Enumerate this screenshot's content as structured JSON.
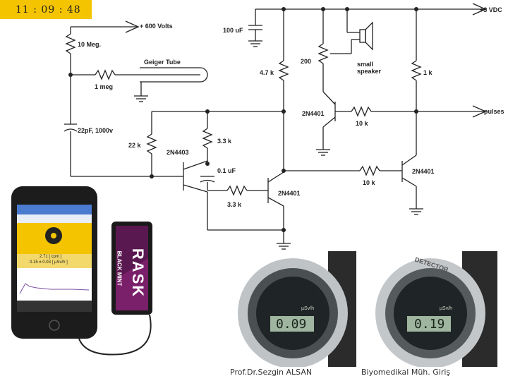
{
  "header": {
    "clock": "11 : 09 : 48"
  },
  "circuit": {
    "labels": {
      "v600": "+ 600 Volts",
      "c100uf": "100 uF",
      "v3": "+3 VDC",
      "r10meg": "10 Meg.",
      "geiger": "Geiger Tube",
      "r1meg": "1 meg",
      "r47k": "4.7 k",
      "r200": "200",
      "speaker": "small\nspeaker",
      "r1k": "1 k",
      "q1": "2N4401",
      "r10k_top": "10 k",
      "pulses": "pulses",
      "c22pf": "22pF, 1000v",
      "r22k": "22 k",
      "q2": "2N4403",
      "r33k_top": "3.3 k",
      "c01uf": "0.1 uF",
      "q3": "2N4401",
      "r10k_bottom": "10 k",
      "q4": "2N4401",
      "r33k_bottom": "3.3 k"
    }
  },
  "photos": {
    "phone": {
      "brand": "BLACK MINT",
      "device": "RASK",
      "readout": [
        "2.71 [ cpm ]",
        "0.15 ± 0.03 [ µSv/h ]"
      ]
    },
    "watch_left": {
      "display": "0.09",
      "unit": "µSv/h"
    },
    "watch_right": {
      "display": "0.19",
      "unit": "µSv/h",
      "bezel": "DETECTOR"
    }
  },
  "footer": {
    "author": "Prof.Dr.Sezgin ALSAN",
    "course": "Biyomedikal Müh. Giriş"
  },
  "colors": {
    "accent": "#f5c400",
    "wire": "#222222"
  }
}
